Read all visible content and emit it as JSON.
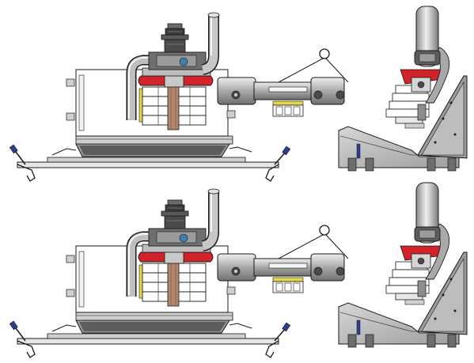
{
  "figure": {
    "description_free": true,
    "views": [
      {
        "id": "top-side-view",
        "panel": "top",
        "kind": "side"
      },
      {
        "id": "top-end-view",
        "panel": "top",
        "kind": "end"
      },
      {
        "id": "bottom-side-view",
        "panel": "bottom",
        "kind": "side"
      },
      {
        "id": "bottom-end-view",
        "panel": "bottom",
        "kind": "end"
      }
    ],
    "colors": {
      "line": "#1a1a1a",
      "metal_light": "#d9d9d9",
      "metal_mid": "#b7b7b7",
      "metal_dark": "#7f7f7f",
      "red": "#d2232a",
      "blue": "#2b3f8f",
      "yellow": "#e8d94a",
      "brown": "#b3856c",
      "white": "#ffffff"
    }
  }
}
